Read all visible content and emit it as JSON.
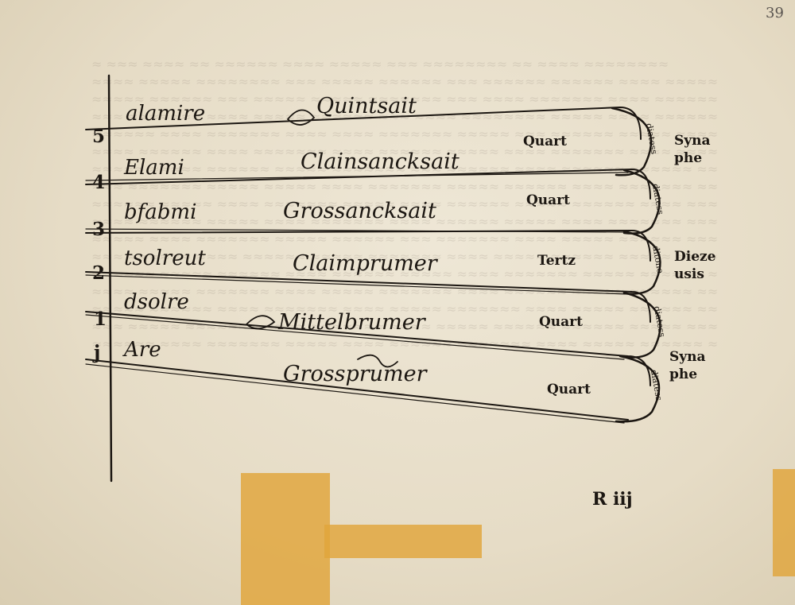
{
  "page": {
    "folio": "39",
    "signature": "R iij"
  },
  "diagram": {
    "rows": [
      {
        "numeral": "5",
        "note": "alamire",
        "string": "Quintsait"
      },
      {
        "numeral": "4",
        "note": "Elami",
        "string": "Clainsancksait"
      },
      {
        "numeral": "3",
        "note": "bfabmi",
        "string": "Grossancksait"
      },
      {
        "numeral": "2",
        "note": "tsolreut",
        "string": "Claimprumer"
      },
      {
        "numeral": "1",
        "note": "dsolre",
        "string": "Mittelbrumer"
      },
      {
        "numeral": "j",
        "note": "Are",
        "string": "Grossprumer"
      }
    ],
    "intervals": [
      "Quart",
      "Quart",
      "Tertz",
      "Quart",
      "Quart"
    ],
    "arc_labels": [
      "diatess",
      "diatess",
      "ditone",
      "diatess",
      "diatess"
    ],
    "tetrachords": [
      {
        "line1": "Syna",
        "line2": "phe"
      },
      {
        "line1": "Dieze",
        "line2": "usis"
      },
      {
        "line1": "Syna",
        "line2": "phe"
      }
    ]
  }
}
